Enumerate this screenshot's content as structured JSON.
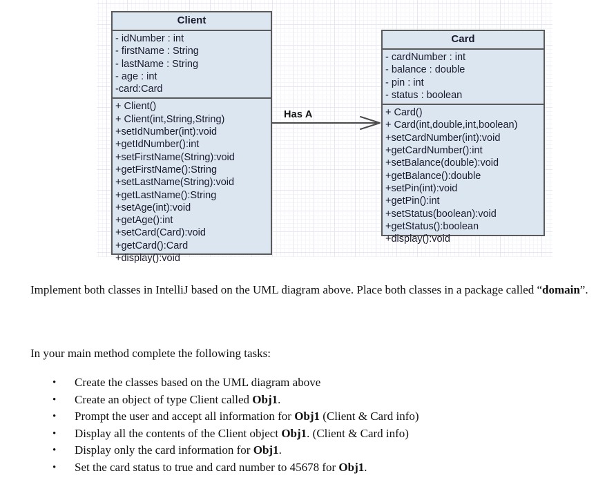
{
  "diagram": {
    "type": "uml-class-diagram",
    "classes": [
      {
        "name": "Client",
        "attributes": [
          "- idNumber : int",
          "- firstName : String",
          "- lastName : String",
          "- age : int",
          "-card:Card"
        ],
        "methods": [
          "+ Client()",
          "+ Client(int,String,String)",
          "+setIdNumber(int):void",
          "+getIdNumber():int",
          "+setFirstName(String):void",
          "+getFirstName():String",
          "+setLastName(String):void",
          "+getLastName():String",
          "+setAge(int):void",
          "+getAge():int",
          "+setCard(Card):void",
          "+getCard():Card",
          "+display():void"
        ]
      },
      {
        "name": "Card",
        "attributes": [
          "- cardNumber : int",
          "- balance : double",
          "- pin : int",
          "- status : boolean"
        ],
        "methods": [
          "+ Card()",
          "+ Card(int,double,int,boolean)",
          "+setCardNumber(int):void",
          "+getCardNumber():int",
          "+setBalance(double):void",
          "+getBalance():double",
          "+setPin(int):void",
          "+getPin():int",
          "+setStatus(boolean):void",
          "+getStatus():boolean",
          "+display():void"
        ]
      }
    ],
    "relationship": {
      "label": "Has A",
      "from": "Client",
      "to": "Card",
      "arrow": "open-arrow-right"
    },
    "colors": {
      "class_fill": "#dce6f1",
      "class_border": "#5a5a5a",
      "grid_line": "#e6e6f5",
      "canvas_background": "#ffffff"
    }
  },
  "prose": {
    "intro_part1": "Implement both classes in IntelliJ based on the UML diagram above. Place both classes in a package called “",
    "intro_bold": "domain",
    "intro_part2": "”.",
    "tasks_heading": "In your main method complete the following tasks:",
    "bullet_glyph": "•",
    "tasks": [
      {
        "part1": "Create the classes based on the UML diagram above",
        "bold": "",
        "part2": ""
      },
      {
        "part1": "Create an object of type Client called ",
        "bold": "Obj1",
        "part2": "."
      },
      {
        "part1": "Prompt the user and accept all information for ",
        "bold": "Obj1",
        "part2": " (Client & Card info)"
      },
      {
        "part1": "Display all the contents of the Client object ",
        "bold": "Obj1",
        "part2": ".  (Client & Card info)"
      },
      {
        "part1": "Display only the card information for ",
        "bold": "Obj1",
        "part2": "."
      },
      {
        "part1": "Set the card status to true and card number to 45678 for ",
        "bold": "Obj1",
        "part2": "."
      }
    ]
  }
}
